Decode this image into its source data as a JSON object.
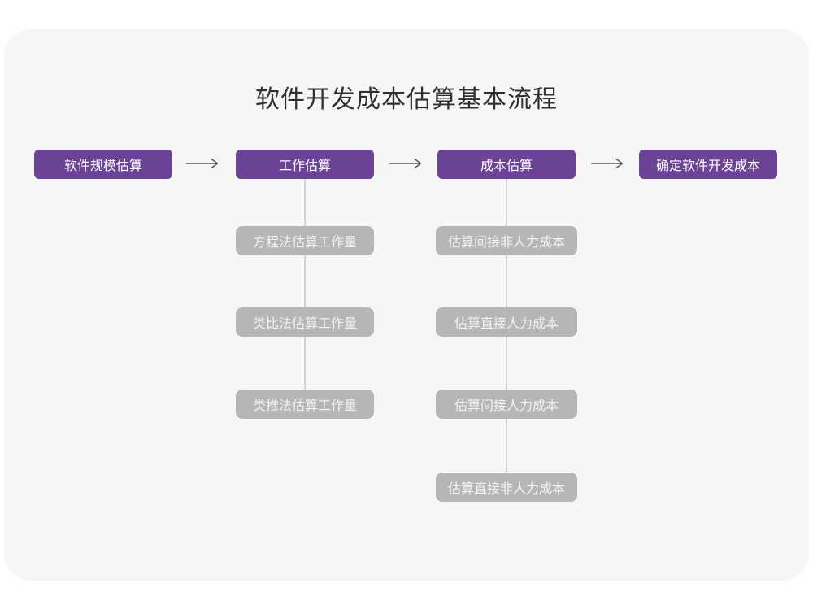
{
  "title": "软件开发成本估算基本流程",
  "colors": {
    "accent_purple": "#6b4396",
    "sub_box_gray": "#b6b6b9",
    "card_background": "#f6f6f7",
    "connector_line": "#d2d2d4",
    "arrow": "#58585a",
    "title_text": "#303030"
  },
  "flow": {
    "steps": [
      {
        "label": "软件规模估算",
        "subs": []
      },
      {
        "label": "工作估算",
        "subs": [
          {
            "label": "方程法估算工作量"
          },
          {
            "label": "类比法估算工作量"
          },
          {
            "label": "类推法估算工作量"
          }
        ]
      },
      {
        "label": "成本估算",
        "subs": [
          {
            "label": "估算间接非人力成本"
          },
          {
            "label": "估算直接人力成本"
          },
          {
            "label": "估算间接人力成本"
          },
          {
            "label": "估算直接非人力成本"
          }
        ]
      },
      {
        "label": "确定软件开发成本",
        "subs": []
      }
    ]
  }
}
